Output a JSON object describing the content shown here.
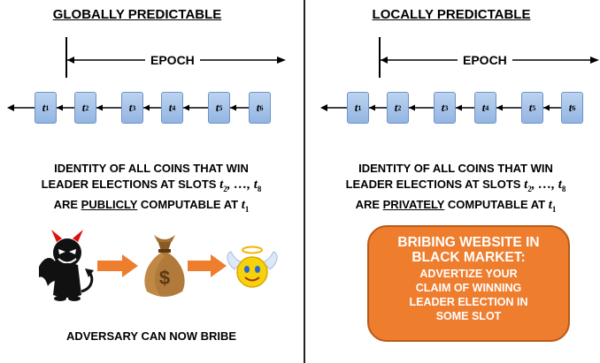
{
  "left": {
    "title": "GLOBALLY PREDICTABLE",
    "epoch_label": "EPOCH",
    "slots": [
      "1",
      "2",
      "3",
      "4",
      "5",
      "6"
    ],
    "caption": {
      "line1": "IDENTITY OF ALL COINS THAT WIN",
      "line2_prefix": "LEADER ELECTIONS AT SLOTS ",
      "line2_math_start": "2",
      "line2_math_mid": ", …, ",
      "line2_math_end": "8",
      "line3_prefix": "ARE ",
      "line3_emph": "PUBLICLY",
      "line3_suffix": " COMPUTABLE AT ",
      "line3_math": "1"
    },
    "footer": "ADVERSARY CAN NOW BRIBE",
    "icons": [
      "devil-icon",
      "money-bag-icon",
      "angel-icon"
    ]
  },
  "right": {
    "title": "LOCALLY PREDICTABLE",
    "epoch_label": "EPOCH",
    "slots": [
      "1",
      "2",
      "3",
      "4",
      "5",
      "6"
    ],
    "caption": {
      "line1": "IDENTITY OF ALL COINS THAT WIN",
      "line2_prefix": "LEADER ELECTIONS AT SLOTS ",
      "line2_math_start": "2",
      "line2_math_mid": ", …, ",
      "line2_math_end": "8",
      "line3_prefix": "ARE ",
      "line3_emph": "PRIVATELY",
      "line3_suffix": " COMPUTABLE AT ",
      "line3_math": "1"
    },
    "bribe_box": {
      "title_line1": "BRIBING WEBSITE IN",
      "title_line2": "BLACK MARKET:",
      "body_line1": "ADVERTIZE YOUR",
      "body_line2": "CLAIM OF WINNING",
      "body_line3": "LEADER ELECTION IN",
      "body_line4": "SOME SLOT"
    }
  },
  "colors": {
    "block_fill": "#a8c4ea",
    "block_border": "#6f93c6",
    "arrow_orange": "#ee7d2e",
    "box_orange": "#ee7d2e",
    "box_text": "#ffffff",
    "bag_brown": "#b07a3a",
    "angel_yellow": "#f5d20c"
  }
}
